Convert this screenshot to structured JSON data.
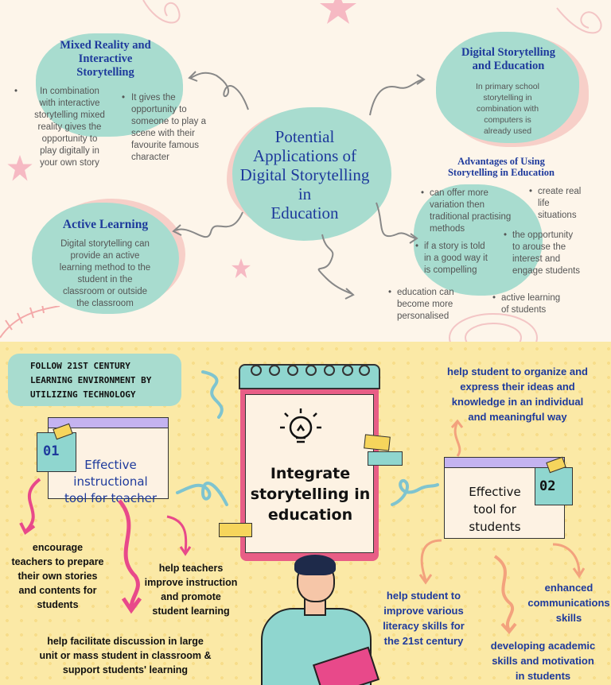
{
  "top": {
    "center_title": [
      "Potential",
      "Applications of",
      "Digital Storytelling",
      "in",
      "Education"
    ],
    "mixed": {
      "title": [
        "Mixed Reality and",
        "Interactive",
        "Storytelling"
      ],
      "bullet1": [
        "In combination",
        "with interactive",
        "storytelling mixed",
        "reality gives the",
        "opportunity to",
        "play digitally in",
        "your own story"
      ],
      "bullet2": [
        "It gives the",
        "opportunity to",
        "someone to play a",
        "scene with their",
        "favourite famous",
        "character"
      ]
    },
    "digital": {
      "title": [
        "Digital Storytelling",
        "and Education"
      ],
      "text": [
        "In primary school",
        "storytelling in",
        "combination with",
        "computers is",
        "already used"
      ]
    },
    "active": {
      "title": "Active Learning",
      "text": [
        "Digital storytelling can",
        "provide an active",
        "learning method to the",
        "student  in the",
        "classroom or outside",
        "the classroom"
      ]
    },
    "advantages": {
      "title": [
        "Advantages of Using",
        "Storytelling in Education"
      ],
      "b1": [
        "can offer more",
        "variation then",
        "traditional practising",
        "methods"
      ],
      "b2": [
        "create real",
        "life",
        "situations"
      ],
      "b3": [
        "if a story is told",
        "in a good way it",
        "is compelling"
      ],
      "b4": [
        "the opportunity",
        "to arouse the",
        "interest and",
        "engage students"
      ],
      "b5": [
        "education can",
        "become more",
        "personalised"
      ],
      "b6": [
        "active learning",
        "of students"
      ]
    }
  },
  "bottom": {
    "follow": [
      "FOLLOW 21ST CENTURY",
      "LEARNING ENVIRONMENT BY",
      "UTILIZING TECHNOLOGY"
    ],
    "center": [
      "Integrate",
      "storytelling in",
      "education"
    ],
    "card1": {
      "num": "01",
      "text": [
        "Effective",
        "instructional",
        "tool for teacher"
      ]
    },
    "card2": {
      "num": "02",
      "text": [
        "Effective",
        "tool for",
        "students"
      ]
    },
    "organize": [
      "help student to organize and",
      "express their ideas and",
      "knowledge in an individual",
      "and meaningful way"
    ],
    "encourage": [
      "encourage",
      "teachers to prepare",
      "their own stories",
      "and contents for",
      "students"
    ],
    "help_teachers": [
      "help teachers",
      "improve instruction",
      "and promote",
      "student learning"
    ],
    "facilitate": [
      "help facilitate discussion in large",
      "unit or mass student in classroom &",
      "support students' learning"
    ],
    "literacy": [
      "help student to",
      "improve various",
      "literacy skills for",
      "the 21st century"
    ],
    "enhanced": [
      "enhanced",
      "communications",
      "skills"
    ],
    "academic": [
      "developing academic",
      "skills and motivation",
      "in students"
    ]
  }
}
